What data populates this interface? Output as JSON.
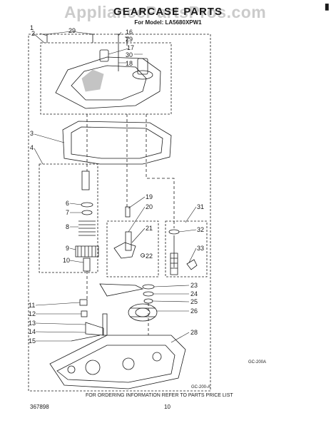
{
  "header": {
    "title": "GEARCASE PARTS",
    "model_line": "For Model: LA5680XPW1",
    "watermark": "AppliancePartsPros.com"
  },
  "callouts": [
    "1",
    "2",
    "29",
    "16",
    "29",
    "17",
    "30",
    "18",
    "3",
    "4",
    "6",
    "7",
    "8",
    "9",
    "10",
    "19",
    "20",
    "21",
    "22",
    "31",
    "32",
    "33",
    "23",
    "24",
    "25",
    "26",
    "11",
    "12",
    "13",
    "14",
    "15",
    "28"
  ],
  "footer": {
    "note": "FOR ORDERING INFORMATION REFER TO PARTS PRICE LIST",
    "doc_number": "367898",
    "page_number": "10",
    "fig_code_a": "GC-200-A",
    "fig_code_b": "GC-200A"
  },
  "colors": {
    "ink": "#1a1a1a",
    "paper": "#ffffff",
    "watermark": "#a0a0a0"
  }
}
